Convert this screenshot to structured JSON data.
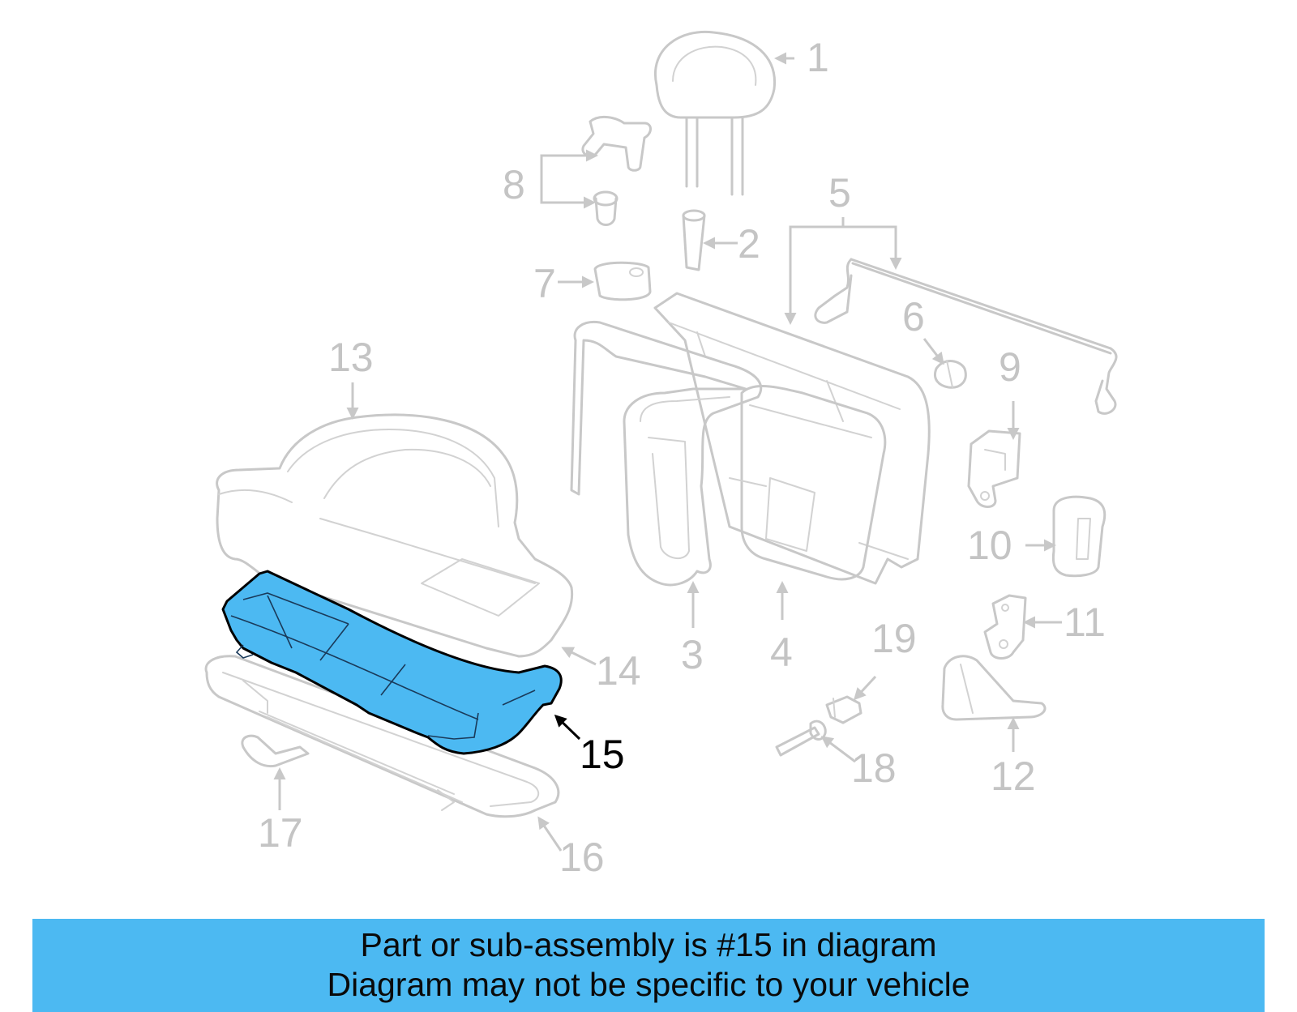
{
  "diagram": {
    "callouts": [
      "1",
      "2",
      "3",
      "4",
      "5",
      "6",
      "7",
      "8",
      "9",
      "10",
      "11",
      "12",
      "13",
      "14",
      "15",
      "16",
      "17",
      "18",
      "19"
    ],
    "highlighted_callout": "15",
    "highlight_color": "#4cb9f2",
    "part_color": "#c8c8c8"
  },
  "banner": {
    "line1": "Part or sub-assembly is #15 in diagram",
    "line2": "Diagram may not be specific to your vehicle",
    "background": "#4cb9f2"
  }
}
